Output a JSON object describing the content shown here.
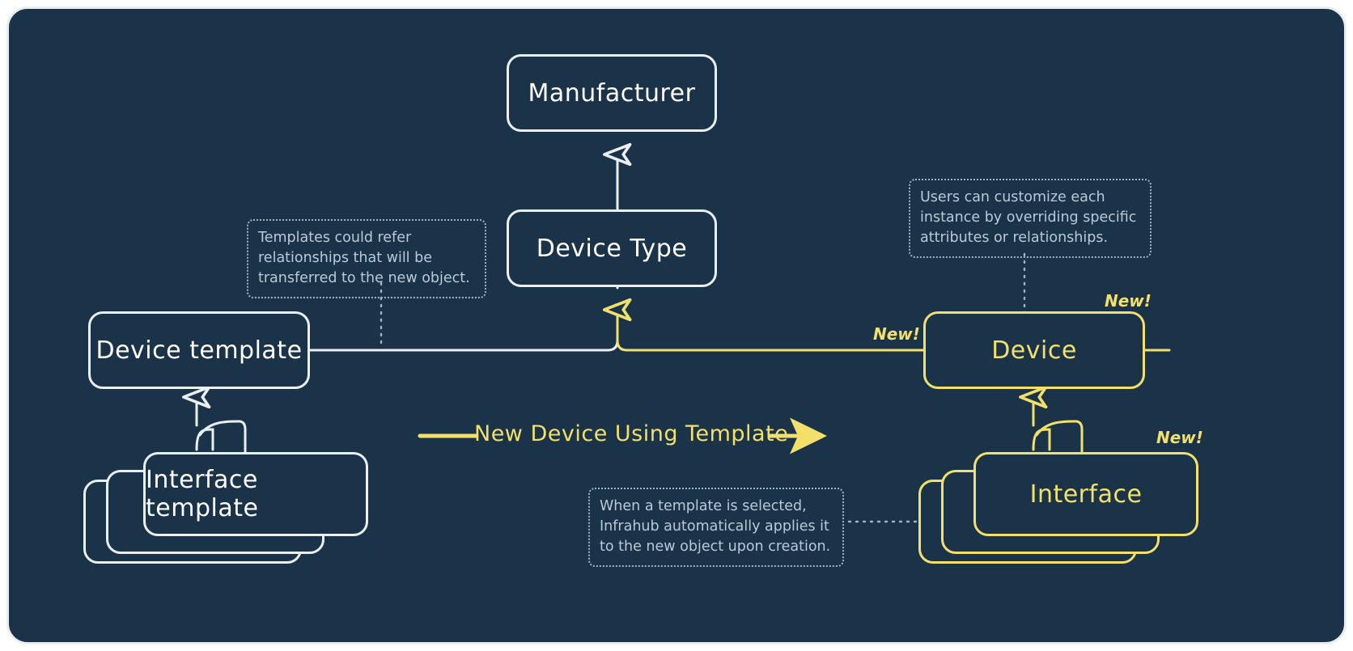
{
  "diagram": {
    "title": "New Device Using Template",
    "background_color": "#1b3349",
    "accent_white": "#e9eff3",
    "accent_yellow": "#f2e06a",
    "note_color": "#b9c9d6"
  },
  "nodes": {
    "manufacturer": {
      "label": "Manufacturer",
      "color": "#ffffff"
    },
    "device_type": {
      "label": "Device Type",
      "color": "#ffffff"
    },
    "device_template": {
      "label": "Device template",
      "color": "#ffffff"
    },
    "interface_template": {
      "label": "Interface template",
      "color": "#ffffff"
    },
    "device": {
      "label": "Device",
      "color": "#f2e06a"
    },
    "interface": {
      "label": "Interface",
      "color": "#f2e06a"
    }
  },
  "badges": {
    "device_edge": "New!",
    "device_box": "New!",
    "interface_box": "New!"
  },
  "notes": {
    "templates_refer": "Templates could refer\nrelationships that will be\ntransferred to the new object.",
    "users_customize": "Users can customize each\ninstance by overriding specific\nattributes or relationships.",
    "template_selected": "When a template is selected,\nInfrahub automatically applies it\nto the new object upon creation."
  },
  "center_arrow": {
    "label": "New Device Using Template"
  }
}
